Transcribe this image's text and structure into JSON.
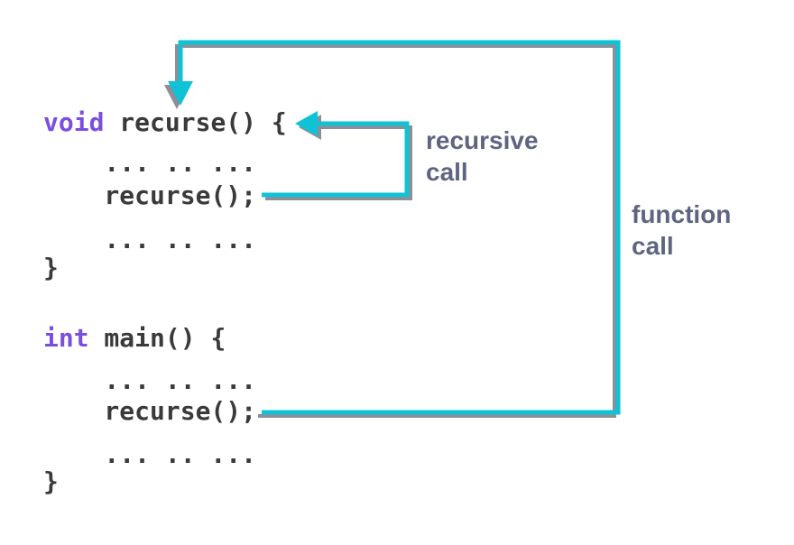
{
  "colors": {
    "accent_cyan": "#0ec3d6",
    "shadow_gray": "#8e8e99",
    "code_text": "#3a3a3c",
    "keyword_purple": "#7a4fe0",
    "label_slate": "#5f6580",
    "background": "#ffffff"
  },
  "code": {
    "recurse_fn": {
      "keyword": "void",
      "signature": " recurse() {",
      "dots_before_call": "    ... .. ...",
      "call": "    recurse();",
      "dots_after_call": "    ... .. ...",
      "closing_brace": "}"
    },
    "main_fn": {
      "keyword": "int",
      "signature": " main() {",
      "dots_before_call": "    ... .. ...",
      "call": "    recurse();",
      "dots_after_call": "    ... .. ...",
      "closing_brace": "}"
    }
  },
  "annotations": {
    "recursive_call": "recursive\ncall",
    "function_call": "function\ncall"
  }
}
